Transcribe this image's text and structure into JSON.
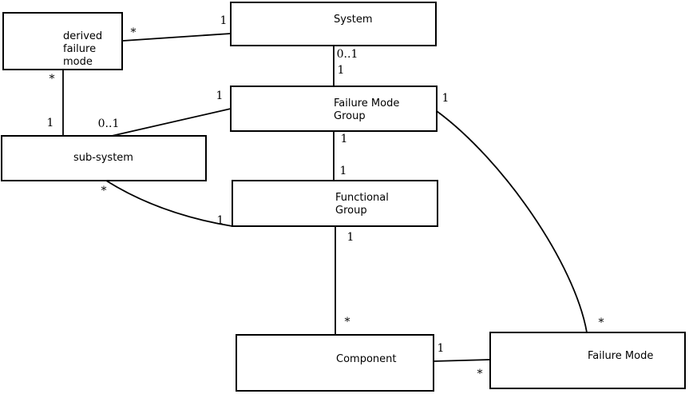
{
  "diagram": {
    "nodes": {
      "derived_failure_mode": {
        "label": "derived\nfailure\nmode"
      },
      "system": {
        "label": "System"
      },
      "failure_mode_group": {
        "label": "Failure Mode\nGroup"
      },
      "sub_system": {
        "label": "sub-system"
      },
      "functional_group": {
        "label": "Functional\nGroup"
      },
      "component": {
        "label": "Component"
      },
      "failure_mode": {
        "label": "Failure Mode"
      }
    },
    "multiplicities": {
      "dfm_system_star": "*",
      "dfm_system_one": "1",
      "dfm_sub_star": "*",
      "dfm_sub_one": "1",
      "sub_fmg_zeroone": "0..1",
      "sub_fmg_one": "1",
      "sys_fmg_zeroone": "0..1",
      "sys_fmg_one": "1",
      "fmg_fm_one": "1",
      "fmg_fm_star": "*",
      "fmg_fg_one_top": "1",
      "fmg_fg_one_bottom": "1",
      "sub_fg_star": "*",
      "sub_fg_one": "1",
      "fg_comp_one": "1",
      "fg_comp_star": "*",
      "comp_fm_one": "1",
      "comp_fm_star": "*"
    },
    "colors": {
      "line": "#000000",
      "box_border": "#000000",
      "box_fill": "#ffffff",
      "background": "#ffffff",
      "text": "#000000"
    }
  }
}
